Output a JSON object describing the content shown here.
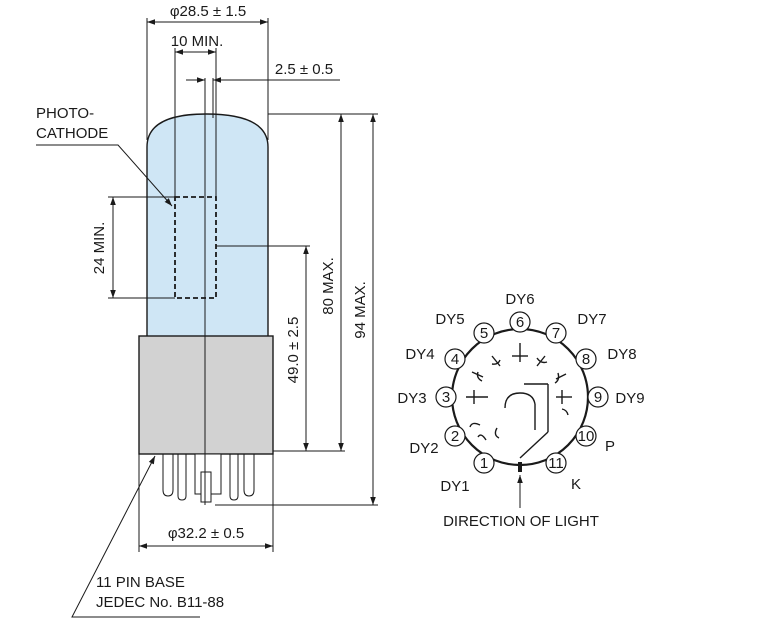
{
  "dimensions": {
    "bulb_diameter": "φ28.5 ± 1.5",
    "window_width": "10 MIN.",
    "offset": "2.5 ± 0.5",
    "window_height": "24 MIN.",
    "window_center": "49.0 ± 2.5",
    "bulb_height": "80 MAX.",
    "total_height": "94 MAX.",
    "base_diameter": "φ32.2 ± 0.5"
  },
  "labels": {
    "photocathode_line1": "PHOTO-",
    "photocathode_line2": "CATHODE",
    "base_line1": "11 PIN BASE",
    "base_line2": "JEDEC No. B11-88",
    "direction": "DIRECTION OF LIGHT"
  },
  "pins": [
    {
      "num": "1",
      "name": "DY1"
    },
    {
      "num": "2",
      "name": "DY2"
    },
    {
      "num": "3",
      "name": "DY3"
    },
    {
      "num": "4",
      "name": "DY4"
    },
    {
      "num": "5",
      "name": "DY5"
    },
    {
      "num": "6",
      "name": "DY6"
    },
    {
      "num": "7",
      "name": "DY7"
    },
    {
      "num": "8",
      "name": "DY8"
    },
    {
      "num": "9",
      "name": "DY9"
    },
    {
      "num": "10",
      "name": "P"
    },
    {
      "num": "11",
      "name": "K"
    }
  ],
  "colors": {
    "bulb": "#cfe6f5",
    "base": "#d2d2d2",
    "line": "#1a1a1a"
  }
}
